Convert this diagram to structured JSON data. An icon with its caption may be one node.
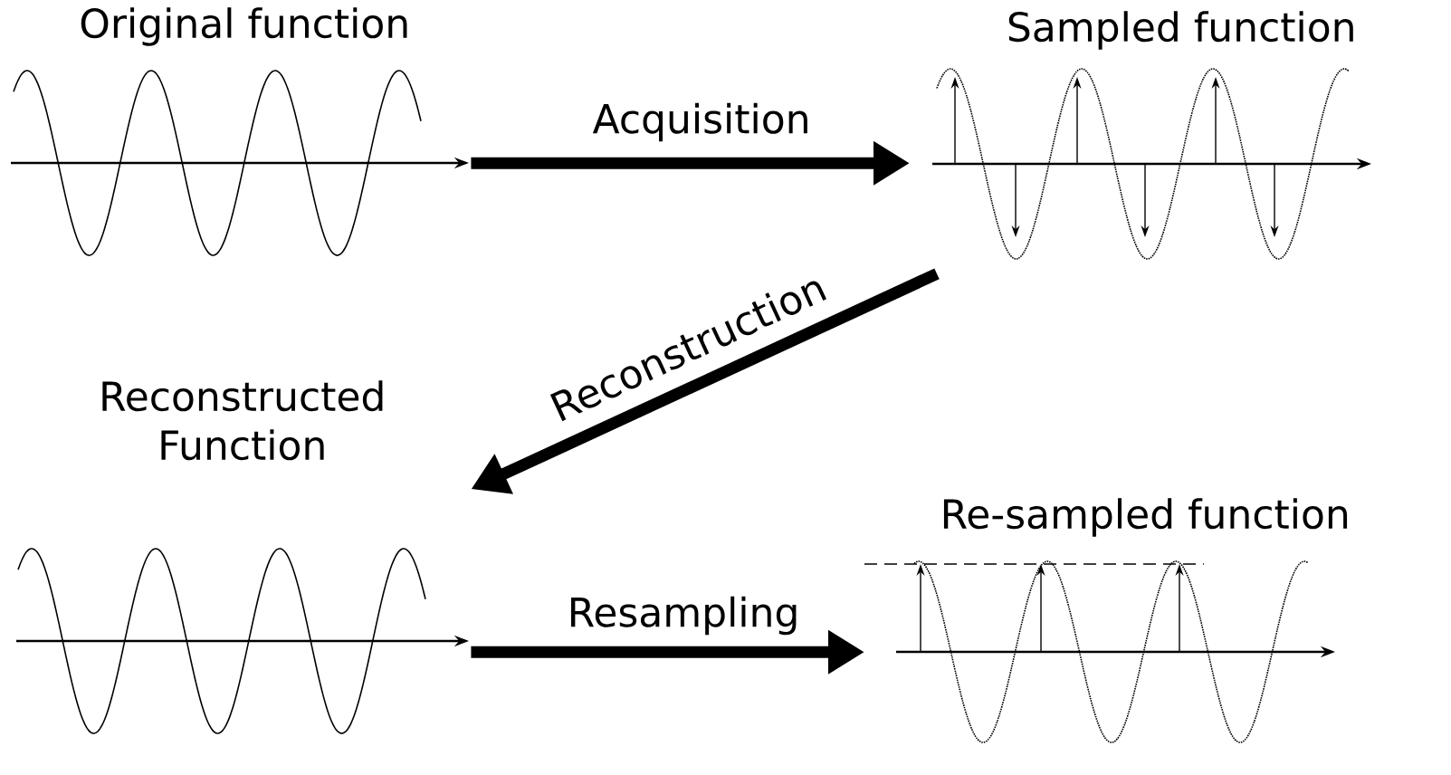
{
  "diagram": {
    "nodes": [
      {
        "text": [
          "Original function"
        ]
      },
      {
        "text": [
          "Sampled function"
        ]
      },
      {
        "text": [
          "Reconstructed Function"
        ]
      },
      {
        "text": [
          "Re-sampled function"
        ]
      }
    ],
    "edges": [
      {
        "from": 0,
        "to": 1,
        "arrow": "to",
        "label": "Acquisition"
      },
      {
        "from": 1,
        "to": 2,
        "arrow": "to",
        "label": "Reconstruction"
      },
      {
        "from": 2,
        "to": 3,
        "arrow": "to",
        "label": "Resampling"
      }
    ]
  }
}
